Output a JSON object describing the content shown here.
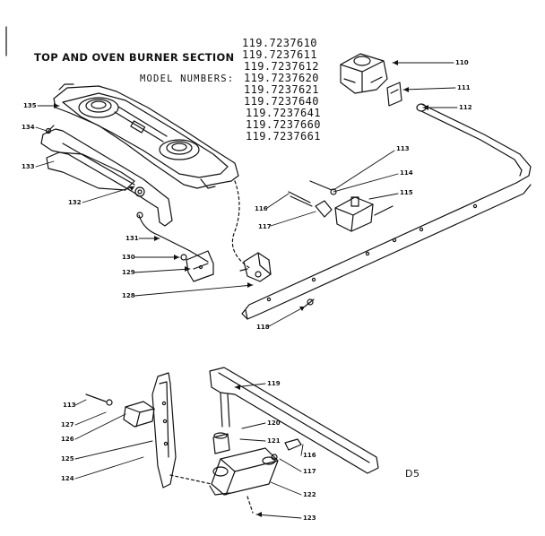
{
  "section_title": "TOP AND OVEN BURNER SECTION",
  "model_label": "MODEL NUMBERS:",
  "model_numbers": [
    "119.7237610",
    "119.7237611",
    "119.7237612",
    "119.7237620",
    "119.7237621",
    "119.7237640",
    "119.7237641",
    "119.7237660",
    "119.7237661"
  ],
  "parts": {
    "p110": "110",
    "p111": "111",
    "p112": "112",
    "p113": "113",
    "p114": "114",
    "p115": "115",
    "p116": "116",
    "p117": "117",
    "p118": "118",
    "p119": "119",
    "p120": "120",
    "p121": "121",
    "p122": "122",
    "p123": "123",
    "p124": "124",
    "p125": "125",
    "p126": "126",
    "p127": "127",
    "p128": "128",
    "p129": "129",
    "p130": "130",
    "p131": "131",
    "p132": "132",
    "p133": "133",
    "p134": "134",
    "p135": "135"
  },
  "lower_parts": {
    "p113": "113",
    "p127": "127",
    "p126": "126",
    "p125": "125",
    "p124": "124",
    "p119": "119",
    "p120": "120",
    "p121": "121",
    "p116": "116",
    "p117": "117",
    "p122": "122",
    "p123": "123"
  },
  "diagram_code": "D5"
}
